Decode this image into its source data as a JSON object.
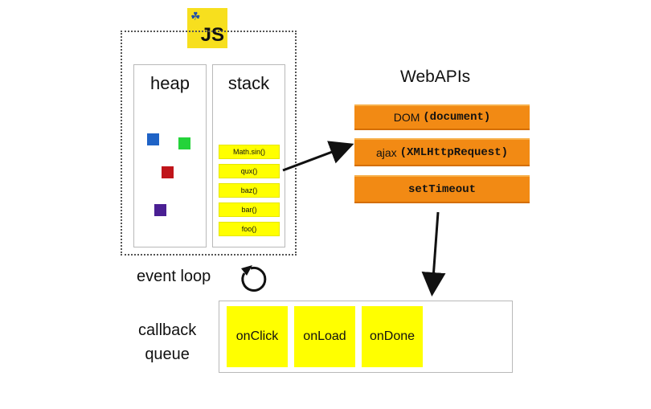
{
  "logo": {
    "text": "JS"
  },
  "heap": {
    "title": "heap"
  },
  "stack": {
    "title": "stack",
    "frames": [
      "Math.sin()",
      "qux()",
      "baz()",
      "bar()",
      "foo()"
    ]
  },
  "webapis": {
    "title": "WebAPIs",
    "dom": {
      "prefix": "DOM ",
      "code": "(document)"
    },
    "ajax": {
      "prefix": "ajax ",
      "code": "(XMLHttpRequest)"
    },
    "timeout": {
      "code": "setTimeout"
    }
  },
  "event_loop": {
    "label": "event loop"
  },
  "callback_queue": {
    "label_line1": "callback",
    "label_line2": "queue",
    "items": [
      "onClick",
      "onLoad",
      "onDone"
    ]
  },
  "colors": {
    "api_orange": "#f28a14",
    "frame_yellow": "#ffff00",
    "heap_blue": "#1f63c6",
    "heap_green": "#24d33a",
    "heap_red": "#c0141a",
    "heap_purple": "#4a1f93"
  }
}
